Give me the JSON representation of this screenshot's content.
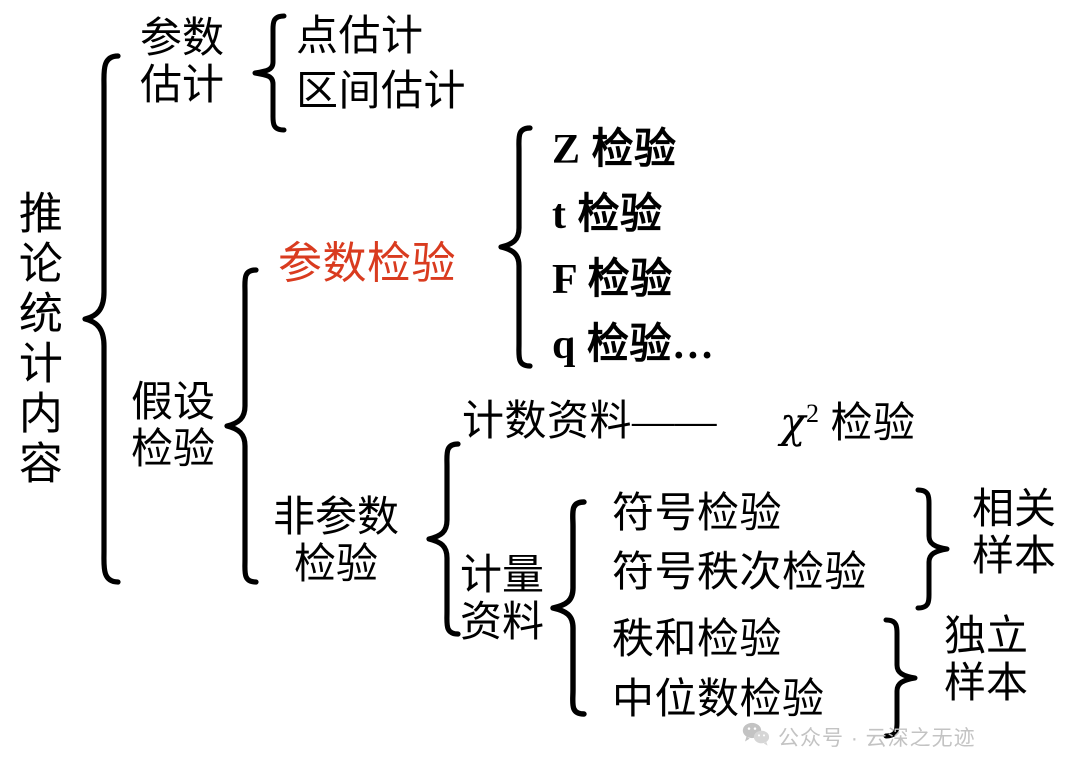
{
  "diagram": {
    "title": "推论统计内容",
    "root": {
      "label": "推论统计内容"
    },
    "branches": {
      "parametric_estimation": {
        "label": "参数\n估计",
        "children": [
          "点估计",
          "区间估计"
        ]
      },
      "hypothesis_testing": {
        "label": "假设\n检验",
        "children": {
          "parametric_test": {
            "label": "参数检验",
            "color": "#d93b1f",
            "children": [
              "Z 检验",
              "t 检验",
              "F 检验",
              "q 检验…"
            ]
          },
          "nonparametric_test": {
            "label": "非参数\n检验",
            "children": {
              "count_data": {
                "label": "计数资料——",
                "result": "χ2 检验",
                "result_base": "χ",
                "result_sup": "2",
                "result_tail": " 检验"
              },
              "measurement_data": {
                "label": "计量\n资料",
                "children": [
                  "符号检验",
                  "符号秩次检验",
                  "秩和检验",
                  "中位数检验"
                ],
                "groups": [
                  {
                    "label": "相关\n样本",
                    "items": [
                      "符号检验",
                      "符号秩次检验"
                    ]
                  },
                  {
                    "label": "独立\n样本",
                    "items": [
                      "秩和检验",
                      "中位数检验"
                    ]
                  }
                ]
              }
            }
          }
        }
      }
    }
  },
  "watermark": {
    "icon": "wechat-icon",
    "text": "公众号 · 云深之无迹",
    "color": "#c3c3c3"
  }
}
